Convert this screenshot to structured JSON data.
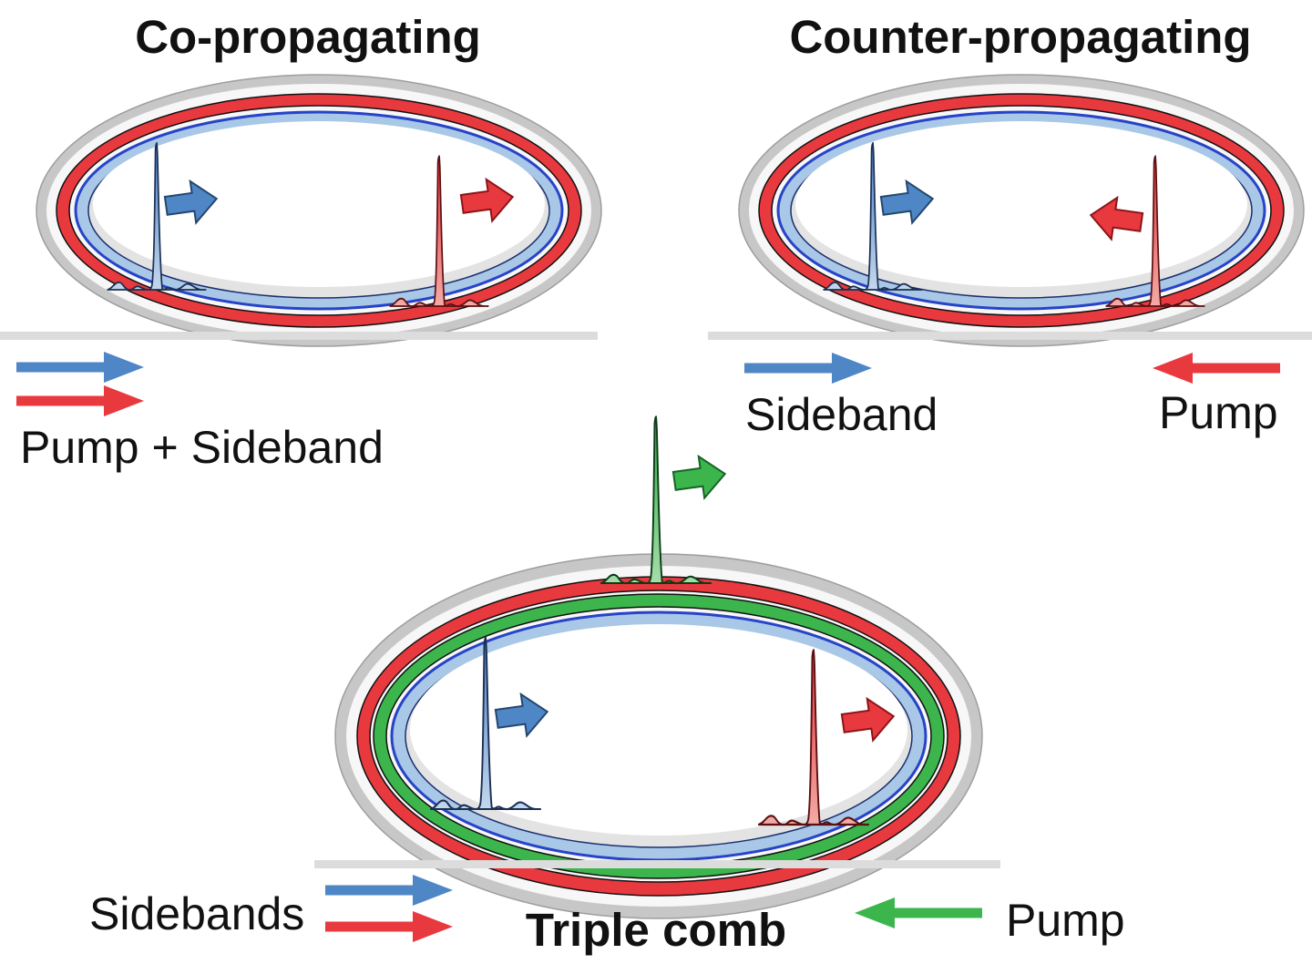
{
  "colors": {
    "blue": "#4e86c6",
    "red": "#e8393f",
    "green": "#3cb54c",
    "light_blue": "#a9c7e6",
    "blue_line": "#2743c7",
    "ring_gray": "#c7c7c7",
    "inner_gray": "#e3e3e3",
    "waveguide": "#dcdcdc",
    "text": "#111111"
  },
  "panels": {
    "co": {
      "title": "Co-propagating",
      "pulses": [
        {
          "color": "blue",
          "direction": "right"
        },
        {
          "color": "red",
          "direction": "right"
        }
      ],
      "input_label": "Pump + Sideband",
      "input_arrows": [
        {
          "color": "blue",
          "direction": "right"
        },
        {
          "color": "red",
          "direction": "right"
        }
      ]
    },
    "counter": {
      "title": "Counter-propagating",
      "pulses": [
        {
          "color": "blue",
          "direction": "right"
        },
        {
          "color": "red",
          "direction": "left"
        }
      ],
      "left_input": {
        "label": "Sideband",
        "arrow_color": "blue",
        "arrow_direction": "right"
      },
      "right_input": {
        "label": "Pump",
        "arrow_color": "red",
        "arrow_direction": "left"
      }
    },
    "triple": {
      "title": "Triple comb",
      "pulses": [
        {
          "color": "green",
          "direction": "right"
        },
        {
          "color": "blue",
          "direction": "right"
        },
        {
          "color": "red",
          "direction": "right"
        }
      ],
      "left_input": {
        "label": "Sidebands",
        "arrow_colors": [
          "blue",
          "red"
        ],
        "arrow_direction": "right"
      },
      "right_input": {
        "label": "Pump",
        "arrow_color": "green",
        "arrow_direction": "left"
      }
    }
  }
}
